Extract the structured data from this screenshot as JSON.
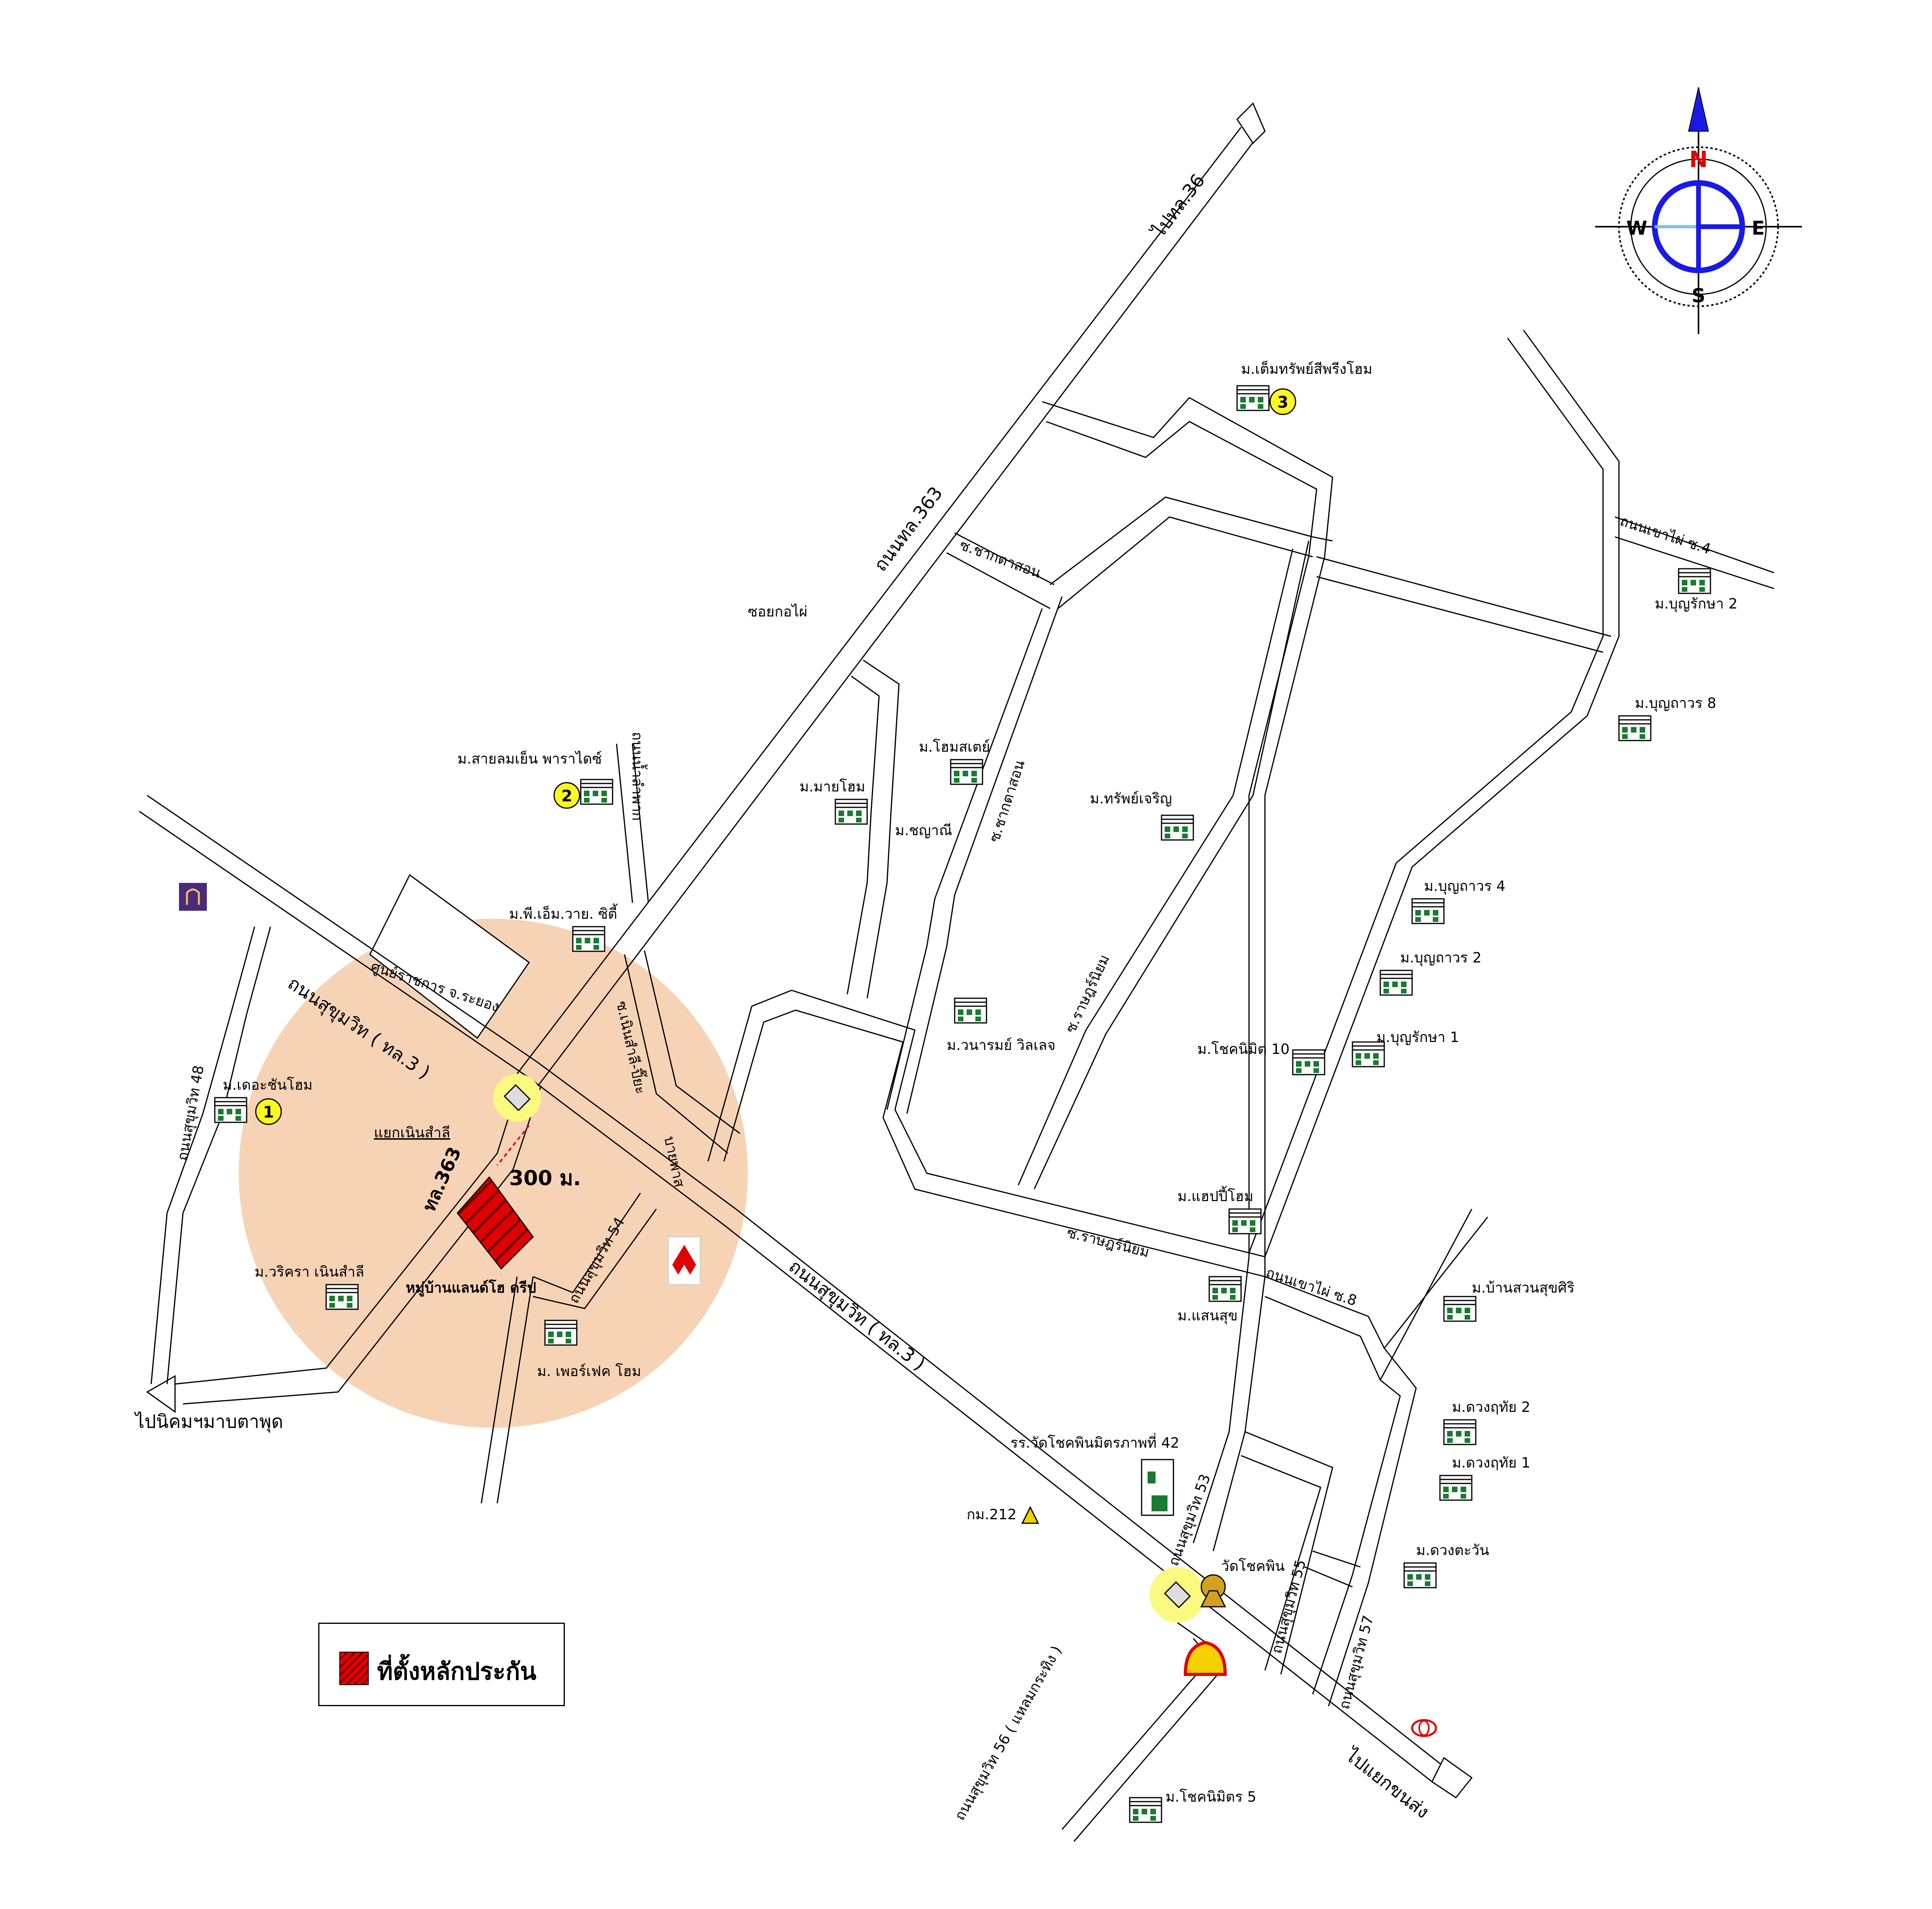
{
  "compass": {
    "north": "N",
    "south": "S",
    "east": "E",
    "west": "W",
    "arrow_color": "#1a1ae6",
    "north_color": "#e00000"
  },
  "highlight": {
    "radius_label": "300 ม.",
    "zone_color": "#f7d3b6",
    "junction_color": "#fafa80"
  },
  "collateral_label": "หมู่บ้านแลนด์โฮ ดรีป",
  "legend": {
    "label": "ที่ตั้งหลักประกัน",
    "swatch_color": "#e00000"
  },
  "roads": {
    "sukhumvit_upper": "ถนนสุขุมวิท ( ทล.3 )",
    "sukhumvit_lower": "ถนนสุขุมวิท ( ทล.3 )",
    "route363": "ถนนทล.363",
    "to_36": "ไปทล.36",
    "to_nikhom": "ไปนิคมฯมาบตาพุด",
    "to_laem": "ไปแยกขนส่ง",
    "tl363_short": "ทล.363",
    "sukhumvit48": "ถนนสุขุมวิท 48",
    "sukhumvit54": "ถนนสุขุมวิท 54",
    "sukhumvit53": "ถนนสุขุมวิท 53",
    "sukhumvit55": "ถนนสุขุมวิท 55",
    "sukhumvit56": "ถนนสุขุมวิท 56 ( แหลมกระทิง )",
    "sukhumvit57": "ถนนสุขุมวิท 57",
    "soi_kophai": "ซอยกอไผ่",
    "thanon_nam_lamphao": "ถนนน้ำลำพาก",
    "soi_noen_samlee": "ซ.เนินสำลี-ปี๊ยะ",
    "bai_pas": "บายพาส",
    "soi_chakta_son_upper": "ซ.ชากตาสอน",
    "soi_chakta_son_lower": "ซ.ชากตาสอน",
    "soi_ratnoon": "ซ.ราษฎร์นิยม",
    "soi_ratnoon_lower": "ซ.ราษฎร์นิยม",
    "khao_phai4": "ถนนเขาไผ่ ซ.4",
    "khao_phai8": "ถนนเขาไผ่ ซ.8",
    "junction_noen": "แยกเนินสำลี",
    "govt_center": "ศูนย์ราชการ จ.ระยอง",
    "km212": "กม.212"
  },
  "places": {
    "p_ta_chan": "ม.เดอะชันโฮม",
    "p_sai_lom": "ม.สายลมเย็น พาราไดซ์",
    "p_pm": "ม.พี.เอ็ม.วาย. ซิตี้",
    "p_tem_sap": "ม.เต็มทรัพย์สีพรีงโฮม",
    "p_my_home": "ม.มายโฮม",
    "p_chayanee": "ม.ชญาณี",
    "p_home_stay": "ม.โฮมสเตย์",
    "p_sap_charoen": "ม.ทรัพย์เจริญ",
    "p_wanarom": "ม.วนารมย์ วิลเลจ",
    "p_warikorn": "ม.วริครา เนินสำลี",
    "p_perfect": "ม. เพอร์เฟค โฮม",
    "p_boon_raksa2": "ม.บุญรักษา 2",
    "p_boon_tavorn8": "ม.บุญถาวร 8",
    "p_boon_tavorn4": "ม.บุญถาวร 4",
    "p_boon_tavorn2": "ม.บุญถาวร 2",
    "p_boon_raksa1": "ม.บุญรักษา 1",
    "p_chok_nimit10": "ม.โชคนิมิต 10",
    "p_happy": "ม.แฮปปี้โฮม",
    "p_saen_suk": "ม.แสนสุข",
    "p_suan_sukjai": "ม.บ้านสวนสุขศิริ",
    "p_duang_ruethai2": "ม.ดวงฤทัย 2",
    "p_duang_ruethai1": "ม.ดวงฤทัย 1",
    "p_duang_tawan": "ม.ดวงตะวัน",
    "p_chok_nimit5": "ม.โชคนิมิตร 5",
    "school": "รร.วัดโชคพินมิตรภาพที่ 42",
    "temple": "วัดโชคพิน"
  },
  "markers": {
    "m1": "1",
    "m2": "2",
    "m3": "3"
  },
  "logos": {
    "mitsubishi": "MITSUBISHI MOTORS",
    "toyota": "TOYOTA"
  }
}
